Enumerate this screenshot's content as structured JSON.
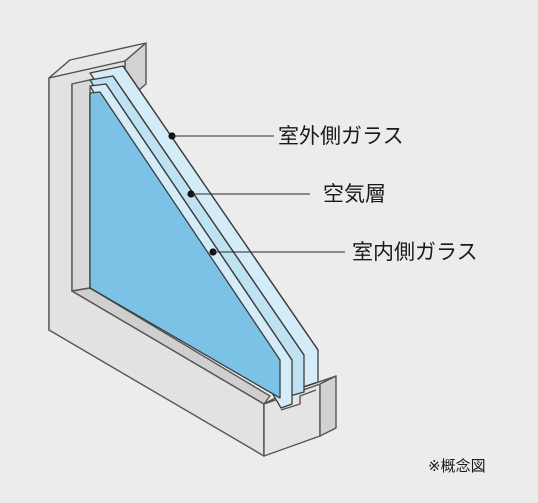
{
  "labels": {
    "outer_glass": "室外側ガラス",
    "air_layer": "空気層",
    "inner_glass": "室内側ガラス"
  },
  "note": "※概念図",
  "colors": {
    "background": "#ececec",
    "frame_front": "#e2e2e2",
    "frame_side": "#d2d2d2",
    "frame_edge": "#555555",
    "glass_inner_blue": "#7bc2e6",
    "glass_pane_light": "#d4ecf8",
    "glass_edge": "#3d3d3d",
    "leader_line": "#2a2a2a"
  }
}
